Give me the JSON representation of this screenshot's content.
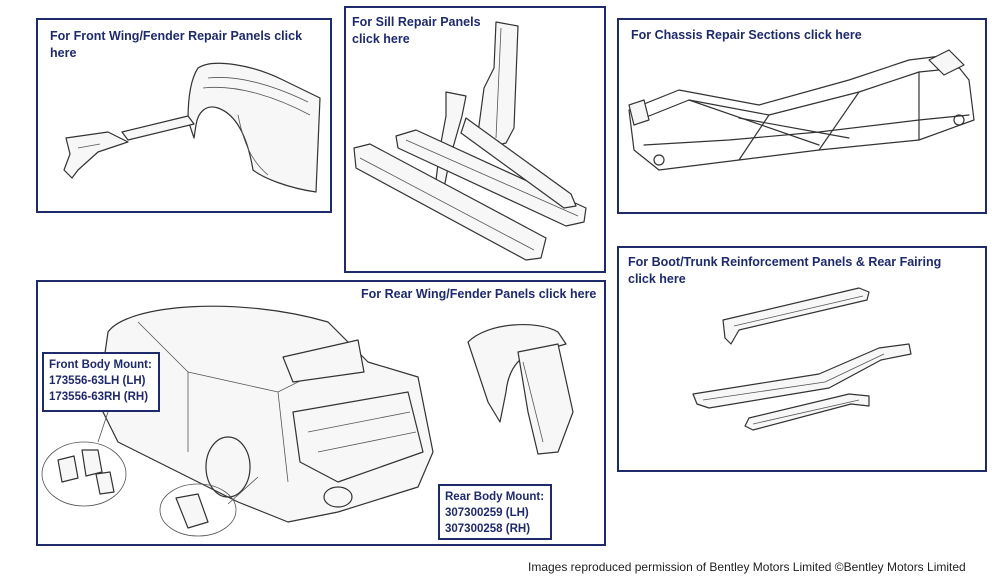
{
  "panels": {
    "front_wing": {
      "label": "For Front Wing/Fender Repair Panels click here"
    },
    "sill": {
      "label_line1": "For Sill Repair Panels",
      "label_line2": "click here"
    },
    "chassis": {
      "label": "For Chassis Repair Sections click here"
    },
    "boot": {
      "label_line1": "For Boot/Trunk Reinforcement Panels & Rear Fairing",
      "label_line2": "click here"
    },
    "rear_wing": {
      "label": "For Rear Wing/Fender Panels click here"
    }
  },
  "front_body_mount": {
    "title": "Front Body Mount:",
    "part_lh": "173556-63LH (LH)",
    "part_rh": "173556-63RH (RH)"
  },
  "rear_body_mount": {
    "title": "Rear Body Mount:",
    "part_lh": "307300259 (LH)",
    "part_rh": "307300258 (RH)"
  },
  "footer": {
    "text": "Images reproduced permission of Bentley Motors Limited ©Bentley Motors Limited"
  },
  "colors": {
    "border": "#1f2a6b",
    "text": "#1f2a6b"
  }
}
